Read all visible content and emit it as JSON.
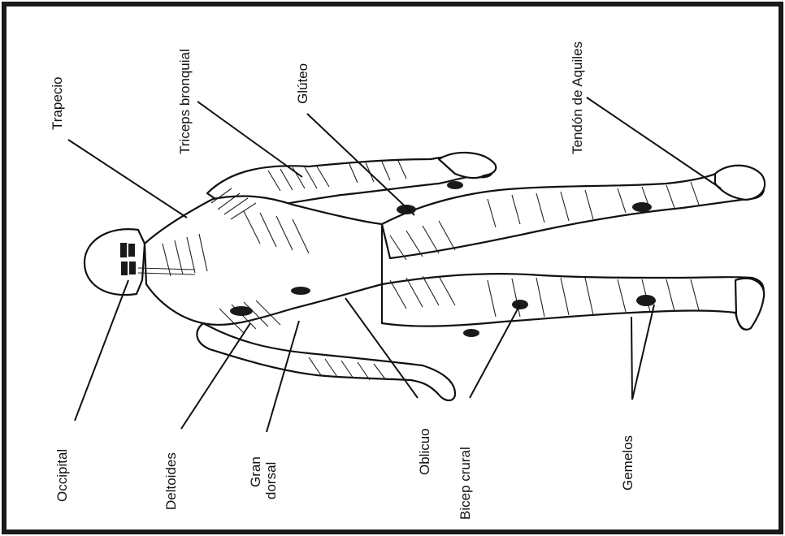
{
  "labels": {
    "trapecio": "Trapecio",
    "triceps": "Triceps bronquial",
    "gluteo": "Glúteo",
    "tendon": "Tendón de Aquiles",
    "occipital": "Occipital",
    "deltoides": "Deltoides",
    "gran": "Gran",
    "dorsal": "dorsal",
    "oblicuo": "Oblicuo",
    "bicep": "Bicep crural",
    "gemelos": "Gemelos"
  },
  "colors": {
    "ink": "#111111",
    "frame": "#1a1a1a",
    "background": "#ffffff"
  }
}
